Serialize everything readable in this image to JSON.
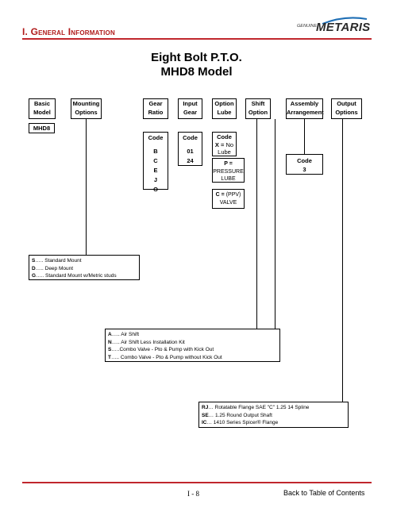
{
  "header": {
    "section_title": "I. General Information",
    "logo_genuine": "GENUINE",
    "logo_brand": "METARIS"
  },
  "title": {
    "line1": "Eight Bolt P.T.O.",
    "line2": "MHD8 Model"
  },
  "columns": [
    {
      "l1": "Basic",
      "l2": "Model"
    },
    {
      "l1": "Mounting",
      "l2": "Options"
    },
    {
      "l1": "Gear",
      "l2": "Ratio"
    },
    {
      "l1": "Input",
      "l2": "Gear"
    },
    {
      "l1": "Option",
      "l2": "Lube"
    },
    {
      "l1": "Shift",
      "l2": "Option"
    },
    {
      "l1": "Assembly",
      "l2": "Arrangement"
    },
    {
      "l1": "Output",
      "l2": "Options"
    }
  ],
  "model_code": "MHD8",
  "gear_ratio": {
    "head": "Code",
    "codes": [
      "B",
      "C",
      "E",
      "J",
      "O"
    ]
  },
  "input_gear": {
    "head": "Code",
    "codes": [
      "01",
      "24"
    ]
  },
  "option_lube": {
    "head": "Code",
    "x_code": "X =",
    "x_label": "No",
    "x_label2": "Lube",
    "p_code": "P  =",
    "p_label": "PRESSURE",
    "p_label2": "LUBE",
    "c_code": "C =",
    "c_label": "(PPV)",
    "c_label2": "VALVE"
  },
  "assembly": {
    "head": "Code",
    "value": "3"
  },
  "mounting_list": [
    {
      "code": "S",
      "text": "….. Standard Mount"
    },
    {
      "code": "D",
      "text": "….. Deep Mount"
    },
    {
      "code": "G",
      "text": "….. Standard Mount w/Metric studs"
    }
  ],
  "shift_list": [
    {
      "code": "A",
      "text": "….. Air Shift"
    },
    {
      "code": "N",
      "text": "….. Air Shift Less Installation Kit"
    },
    {
      "code": "S",
      "text": "…..Combo Valve - Pto & Pump with Kick Out"
    },
    {
      "code": "T",
      "text": "….. Combo Valve - Pto & Pump without Kick Out"
    }
  ],
  "output_list": [
    {
      "code": "RJ",
      "text": "… Rotatable Flange SAE \"C\" 1.25 14 Spline"
    },
    {
      "code": "SE",
      "text": "… 1.25 Round Output Shaft"
    },
    {
      "code": "IC",
      "text": "… 1410 Series Spicer® Flange"
    }
  ],
  "footer": {
    "page": "I - 8",
    "back_link": "Back to Table of Contents"
  },
  "colors": {
    "accent_red": "#c0272d",
    "heading_red": "#b01a1a"
  }
}
